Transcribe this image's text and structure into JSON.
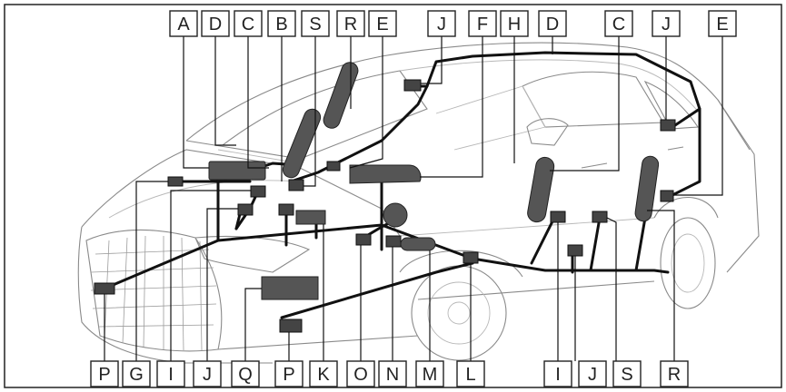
{
  "top_labels": [
    "A",
    "D",
    "C",
    "B",
    "S",
    "R",
    "E",
    "J",
    "F",
    "H",
    "D",
    "C",
    "J",
    "E"
  ],
  "bottom_labels": [
    "P",
    "G",
    "I",
    "J",
    "Q",
    "P",
    "K",
    "O",
    "N",
    "M",
    "L",
    "I",
    "J",
    "S",
    "R"
  ],
  "colors": {
    "border": "#222222",
    "components": "#555555",
    "wiring": "#111111",
    "car_outline": "#8a8a8a"
  }
}
